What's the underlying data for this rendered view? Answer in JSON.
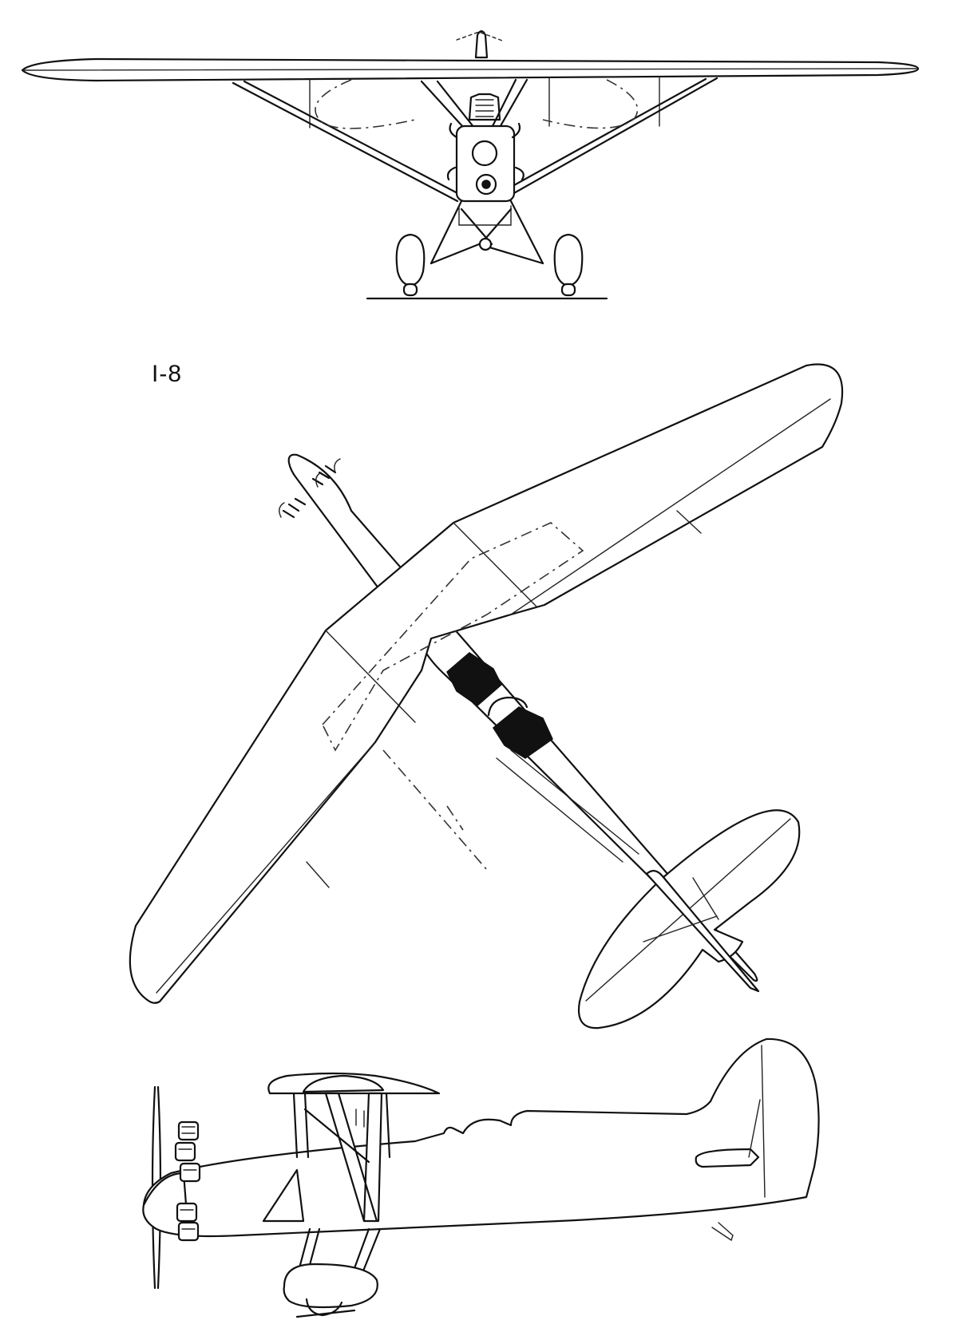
{
  "drawing": {
    "designation": "I-8",
    "views": [
      "front-view",
      "plan-view",
      "side-view"
    ],
    "colors": {
      "ink": "#111111",
      "paper": "#ffffff"
    }
  }
}
